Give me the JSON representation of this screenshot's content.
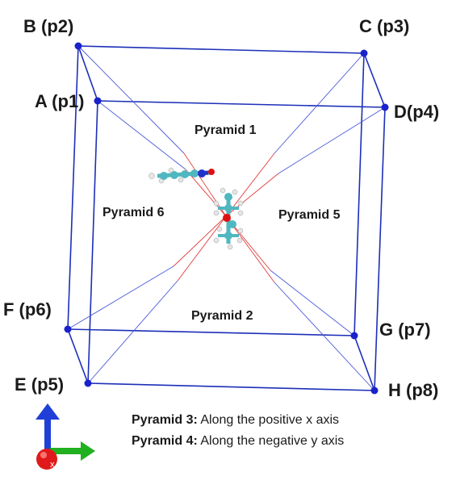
{
  "vertices": [
    {
      "id": "A",
      "label": "A (p1)"
    },
    {
      "id": "B",
      "label": "B (p2)"
    },
    {
      "id": "C",
      "label": "C (p3)"
    },
    {
      "id": "D",
      "label": "D(p4)"
    },
    {
      "id": "E",
      "label": "E (p5)"
    },
    {
      "id": "F",
      "label": "F (p6)"
    },
    {
      "id": "G",
      "label": "G (p7)"
    },
    {
      "id": "H",
      "label": "H (p8)"
    }
  ],
  "pyramids": {
    "p1": "Pyramid 1",
    "p2": "Pyramid 2",
    "p5": "Pyramid 5",
    "p6": "Pyramid 6"
  },
  "notes": [
    {
      "bold": "Pyramid 3:",
      "text": " Along the positive x axis"
    },
    {
      "bold": "Pyramid 4:",
      "text": " Along the negative y axis"
    }
  ],
  "axes": {
    "x_label": "x"
  },
  "colors": {
    "edge": "#1c2fb8",
    "diag_blue": "#4a5ad8",
    "diag_red": "#e23a3a",
    "vertex": "#1a22cc",
    "carbon": "#4fb7c0",
    "hydrogen": "#e6e6e6",
    "nitrogen": "#2233cc",
    "oxygen": "#e01010",
    "axis_blue": "#1f3fd6",
    "axis_green": "#20b020",
    "axis_red": "#e01a1a"
  }
}
